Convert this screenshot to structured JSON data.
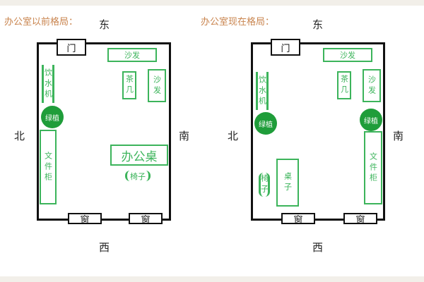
{
  "left": {
    "caption": "办公室以前格局：",
    "east": "东",
    "west": "西",
    "south": "南",
    "north": "北",
    "door": "门",
    "sofa_top": "沙发",
    "sofa_right": "沙发",
    "tea_table": "茶几",
    "water_dispenser": "饮水机",
    "plant": "绿植",
    "file_cabinet": "文件柜",
    "desk": "办公桌",
    "chair": "椅子",
    "window_left": "窗",
    "window_right": "窗"
  },
  "right": {
    "caption": "办公室现在格局：",
    "east": "东",
    "west": "西",
    "south": "南",
    "north": "北",
    "door": "门",
    "sofa_top": "沙发",
    "sofa_right": "沙发",
    "tea_table": "茶几",
    "water_dispenser": "饮水机",
    "plant_left": "绿植",
    "plant_right": "绿植",
    "file_cabinet": "文件柜",
    "desk": "桌子",
    "chair": "椅子",
    "window_left": "窗",
    "window_right": "窗"
  },
  "colors": {
    "green": "#3cb45b",
    "plant_fill": "#1f9d3a",
    "caption": "#c9844e"
  }
}
